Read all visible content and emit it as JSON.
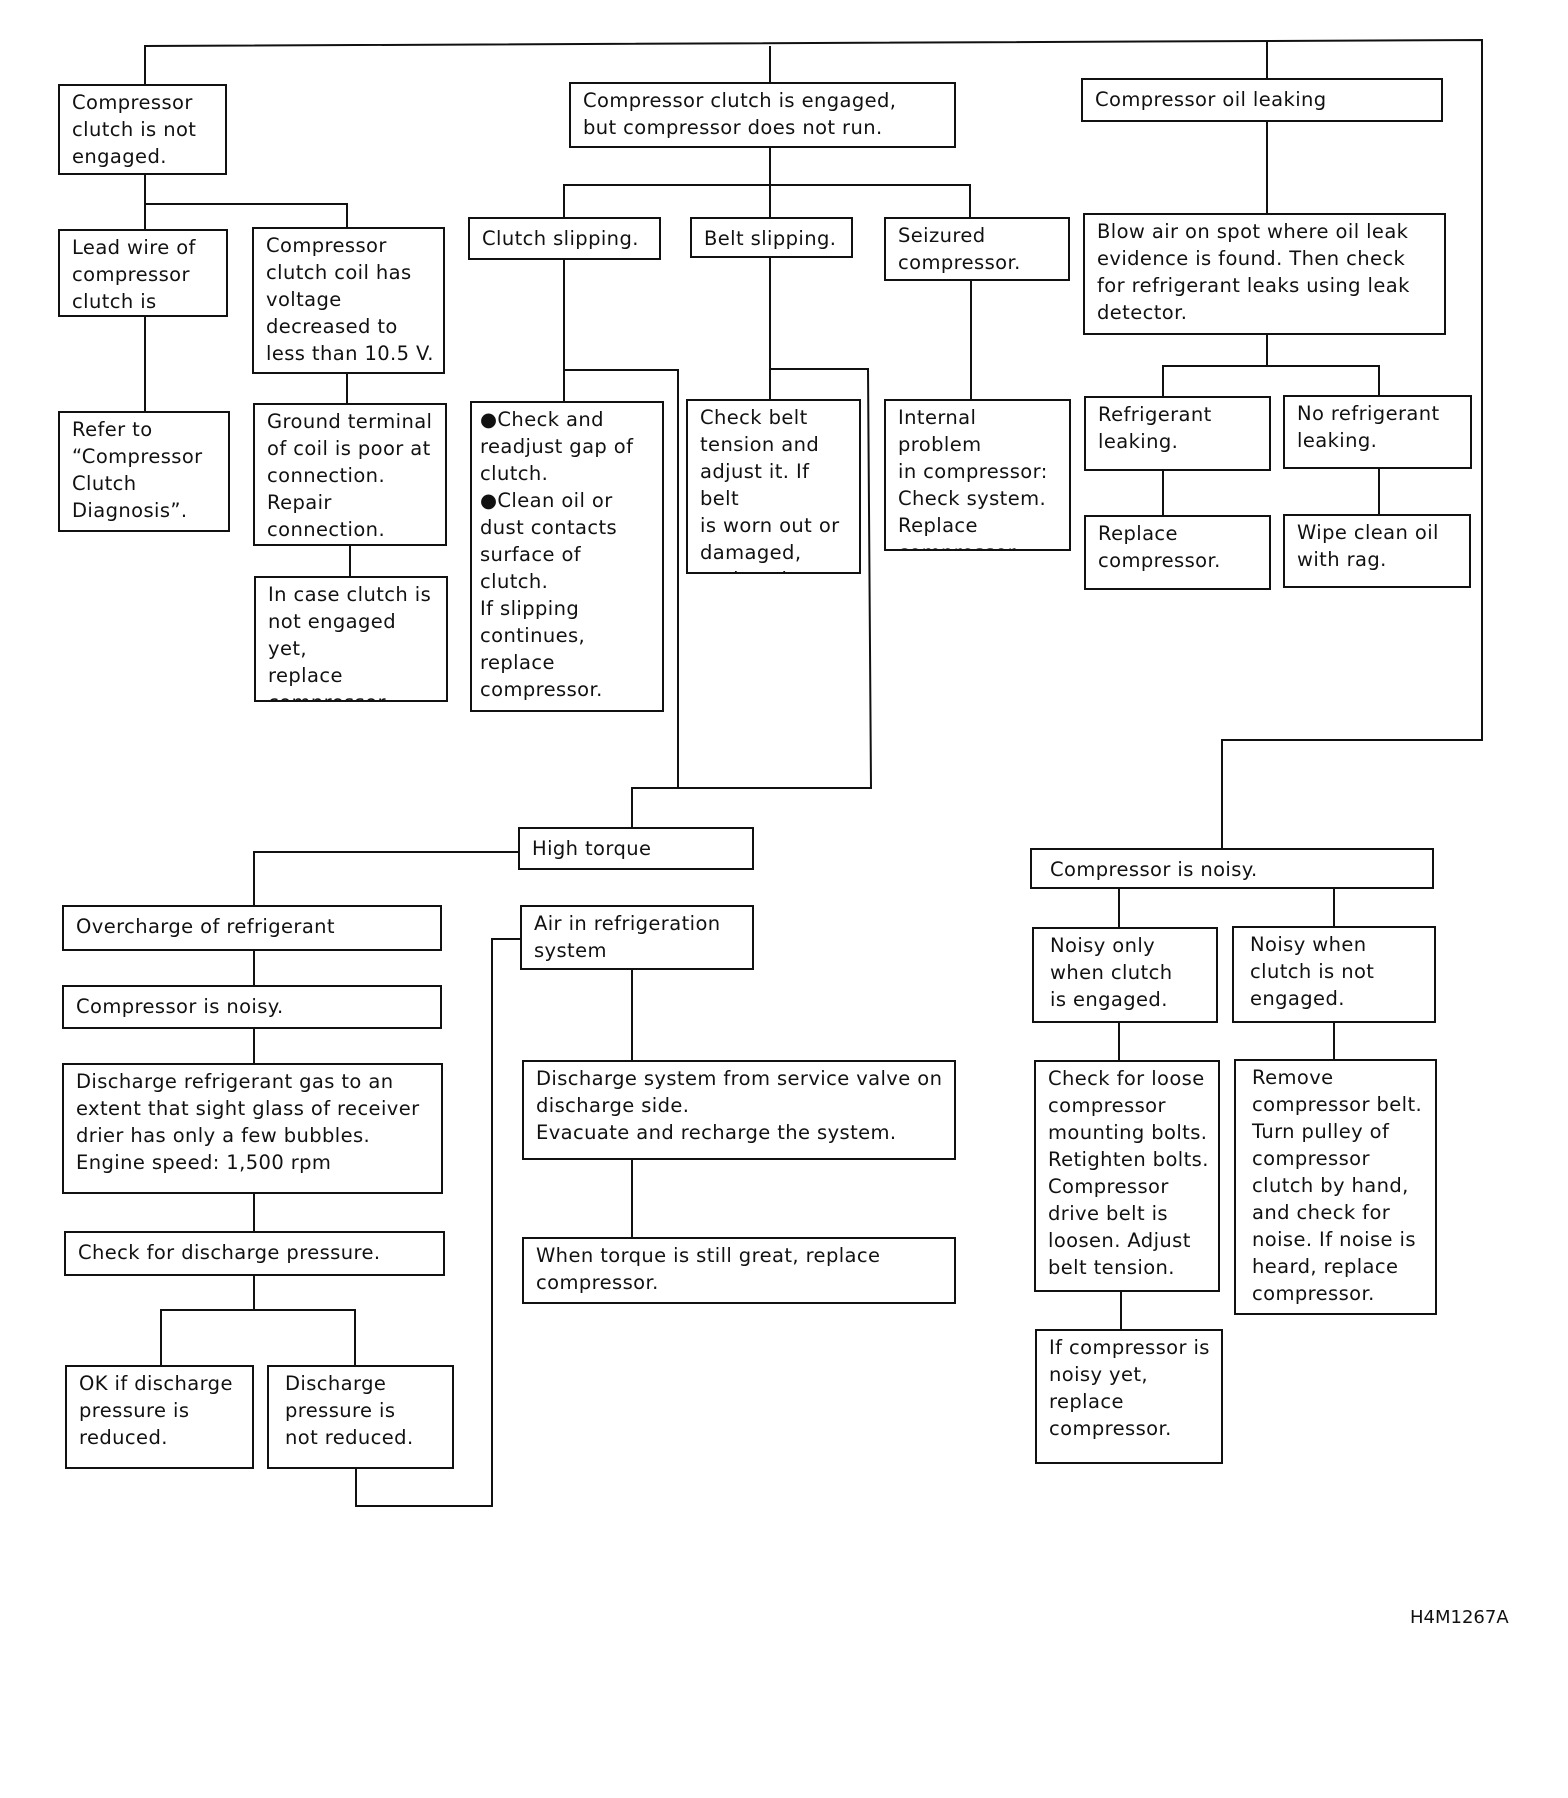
{
  "diagram": {
    "figure_code": "H4M1267A",
    "nodes": {
      "clutch_not_engaged": "Compressor\nclutch is not\nengaged.",
      "lead_wire_dead": "Lead wire of\ncompressor\nclutch is dead.",
      "coil_voltage_low": "Compressor\nclutch coil has\nvoltage\ndecreased to\nless than 10.5 V.",
      "refer_clutch_diag": "Refer to\n“Compressor\nClutch\nDiagnosis”.",
      "ground_terminal_poor": "Ground terminal\nof coil is poor at\nconnection.\nRepair\nconnection.",
      "not_engaged_replace": "In case clutch is\nnot engaged yet,\nreplace\ncompressor.",
      "engaged_not_run": "Compressor clutch is engaged,\nbut compressor does not run.",
      "clutch_slipping": "Clutch slipping.",
      "belt_slipping": "Belt slipping.",
      "seizured_compressor": "Seizured\ncompressor.",
      "check_gap_clean": "●Check and\n  readjust gap of\n  clutch.\n●Clean oil or\n  dust contacts\n  surface of\n  clutch.\nIf slipping\ncontinues,\nreplace\ncompressor.",
      "check_belt_tension": "Check belt\ntension and\nadjust it. If belt\nis worn out or\ndamaged,\nreplace it.",
      "internal_problem": "Internal problem\nin compressor:\nCheck system.\nReplace\ncompressor.",
      "oil_leaking": "Compressor oil leaking",
      "blow_air_check": "Blow air on spot where oil leak\nevidence is found. Then check\nfor refrigerant leaks using leak\ndetector.",
      "refrigerant_leaking": "Refrigerant\nleaking.",
      "no_refrigerant_leaking": "No refrigerant\nleaking.",
      "replace_compressor": "Replace\ncompressor.",
      "wipe_clean": "Wipe clean oil\nwith rag.",
      "high_torque": "High torque",
      "overcharge": "Overcharge of refrigerant",
      "compressor_noisy_left": "Compressor is noisy.",
      "discharge_gas": "Discharge refrigerant gas to an\nextent that sight glass of receiver\ndrier has only a few bubbles.\nEngine speed: 1,500 rpm",
      "check_discharge_pressure": "Check for discharge pressure.",
      "ok_pressure_reduced": "OK if discharge\npressure is\nreduced.",
      "pressure_not_reduced": "Discharge\npressure is\nnot reduced.",
      "air_in_system": "Air in refrigeration\nsystem",
      "discharge_evacuate": "Discharge system from service valve on\ndischarge side.\nEvacuate and recharge the system.",
      "torque_still_great": "When torque is still great, replace\ncompressor.",
      "compressor_noisy_right": "Compressor is noisy.",
      "noisy_engaged": "Noisy only\nwhen clutch\nis engaged.",
      "noisy_not_engaged": "Noisy when\nclutch is not\nengaged.",
      "check_loose_bolts": "Check for loose\ncompressor\nmounting bolts.\nRetighten bolts.\nCompressor\ndrive belt is\nloosen. Adjust\nbelt tension.",
      "remove_belt": "Remove\ncompressor belt.\nTurn pulley of\ncompressor\nclutch by hand,\nand check for\nnoise. If noise is\nheard, replace\ncompressor.",
      "noisy_yet_replace": "If compressor is\nnoisy yet,\nreplace\ncompressor."
    }
  }
}
